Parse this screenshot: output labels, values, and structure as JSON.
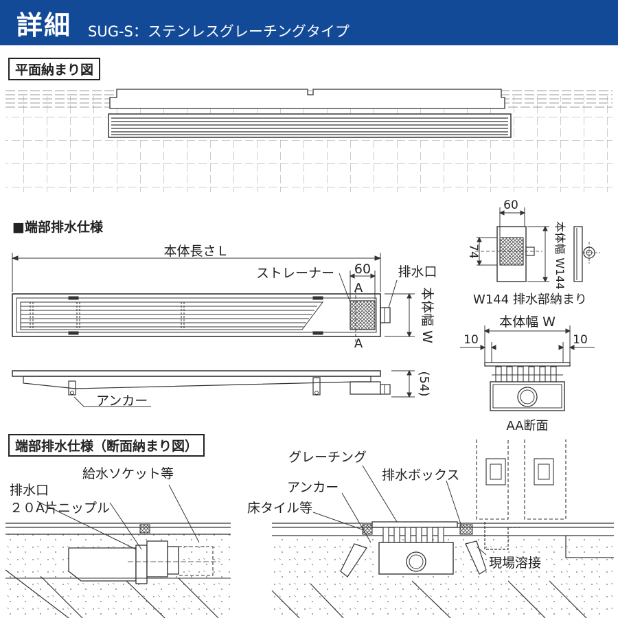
{
  "header": {
    "title": "詳細",
    "subtitle": "SUG-S：ステンレスグレーチングタイプ"
  },
  "sections": {
    "plan": "平面納まり図",
    "end_drain": "■端部排水仕様",
    "end_drain_section": "端部排水仕様（断面納まり図）"
  },
  "top_view": {
    "body_length": "本体長さＬ",
    "strainer": "ストレーナー",
    "dim_60": "60",
    "outlet": "排水口",
    "section_A_top": "A",
    "section_A_bottom": "A",
    "body_width": "本体幅 W"
  },
  "side_view": {
    "anchor": "アンカー",
    "height": "(54)"
  },
  "w144": {
    "dim_60": "60",
    "dim_74": "74",
    "width": "本体幅 W144",
    "caption": "W144 排水部納まり"
  },
  "aa": {
    "width": "本体幅 W",
    "left_10": "10",
    "right_10": "10",
    "caption": "AA断面"
  },
  "section_left": {
    "socket": "給水ソケット等",
    "outlet": "排水口",
    "nipple": "２０A片ニップル"
  },
  "section_right": {
    "grating": "グレーチング",
    "anchor": "アンカー",
    "floor_tile": "床タイル等",
    "drain_box": "排水ボックス",
    "welding": "現場溶接"
  },
  "colors": {
    "header_bg": "#134a98",
    "line": "#333333",
    "hatch": "#555555"
  }
}
